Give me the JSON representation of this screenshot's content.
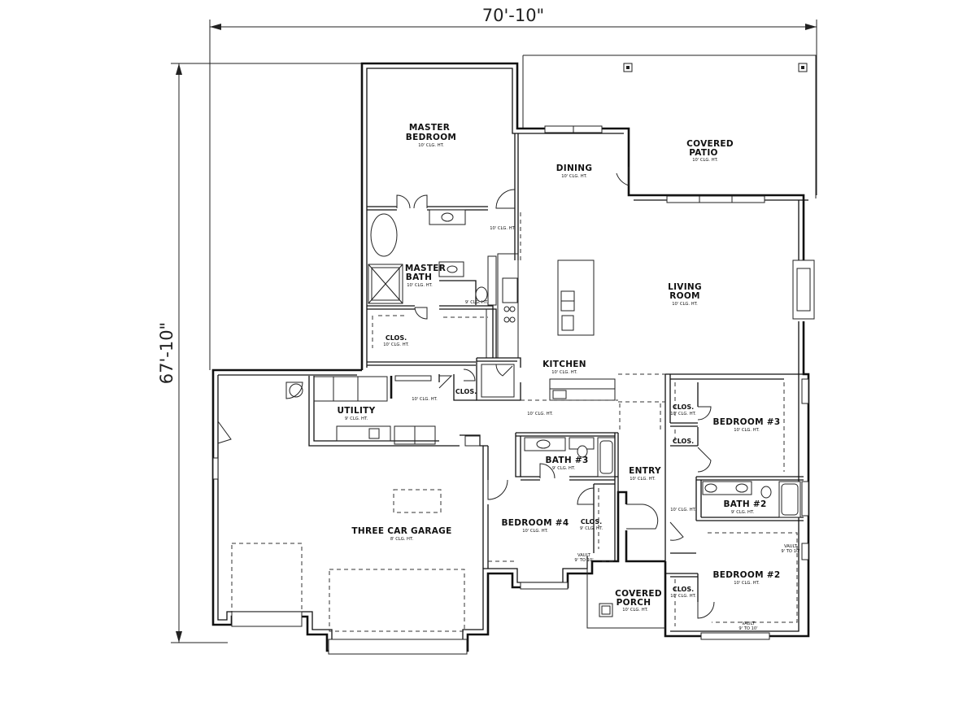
{
  "dimensions": {
    "width": "70'-10\"",
    "depth": "67'-10\""
  },
  "rooms": {
    "master_bedroom": {
      "line1": "MASTER",
      "line2": "BEDROOM",
      "ceiling": "10' CLG. HT."
    },
    "dining": {
      "name": "DINING",
      "ceiling": "10' CLG. HT."
    },
    "covered_patio": {
      "line1": "COVERED",
      "line2": "PATIO",
      "ceiling": "10' CLG. HT."
    },
    "master_bath": {
      "line1": "MASTER",
      "line2": "BATH",
      "ceiling": "10' CLG. HT."
    },
    "living_room": {
      "line1": "LIVING",
      "line2": "ROOM",
      "ceiling": "10' CLG. HT."
    },
    "master_closet": {
      "name": "CLOS.",
      "ceiling": "10' CLG. HT."
    },
    "kitchen": {
      "name": "KITCHEN",
      "ceiling": "10' CLG. HT."
    },
    "pantry_closet": {
      "name": "CLOS."
    },
    "utility": {
      "name": "UTILITY",
      "ceiling": "9' CLG. HT."
    },
    "bedroom3": {
      "name": "BEDROOM #3",
      "ceiling": "10' CLG. HT."
    },
    "bedroom3_closet_a": {
      "name": "CLOS.",
      "ceiling": "10' CLG. HT."
    },
    "bedroom3_closet_b": {
      "name": "CLOS."
    },
    "bath3": {
      "name": "BATH #3",
      "ceiling": "9' CLG. HT."
    },
    "entry": {
      "name": "ENTRY",
      "ceiling": "10' CLG. HT."
    },
    "bath2": {
      "name": "BATH #2",
      "ceiling": "9' CLG. HT."
    },
    "three_car_garage": {
      "name": "THREE CAR GARAGE",
      "ceiling": "8' CLG. HT."
    },
    "bedroom4": {
      "name": "BEDROOM #4",
      "ceiling": "10' CLG. HT."
    },
    "bedroom4_closet": {
      "name": "CLOS.",
      "ceiling": "9' CLG. HT."
    },
    "bedroom2": {
      "name": "BEDROOM #2",
      "ceiling": "10' CLG. HT."
    },
    "bedroom2_closet": {
      "name": "CLOS.",
      "ceiling": "10' CLG. HT."
    },
    "covered_porch": {
      "line1": "COVERED",
      "line2": "PORCH",
      "ceiling": "10' CLG. HT."
    }
  },
  "notes": {
    "ceiling_10": "10' CLG. HT.",
    "ceiling_9": "9' CLG. HT.",
    "vault_1": "VAULT",
    "vault_1b": "9' TO 10'",
    "vault_2": "VAULT",
    "vault_2b": "9' TO 10'",
    "vault_3": "VAULT",
    "vault_3b": "9' TO 10'"
  }
}
